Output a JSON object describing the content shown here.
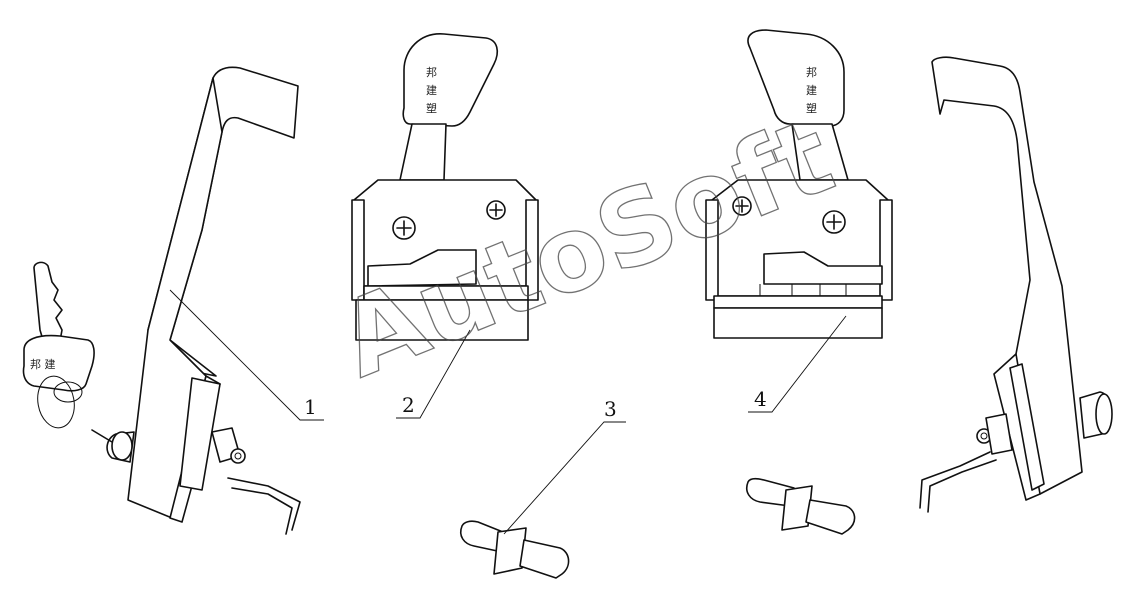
{
  "callouts": {
    "c1": "1",
    "c2": "2",
    "c3": "3",
    "c4": "4"
  },
  "handle_text": {
    "left": [
      "邦",
      "建",
      "塑"
    ],
    "right": [
      "邦",
      "建",
      "塑"
    ]
  },
  "key_text": "邦 建",
  "watermark": "AutoSoft",
  "colors": {
    "line": "#111111",
    "background": "#ffffff"
  }
}
